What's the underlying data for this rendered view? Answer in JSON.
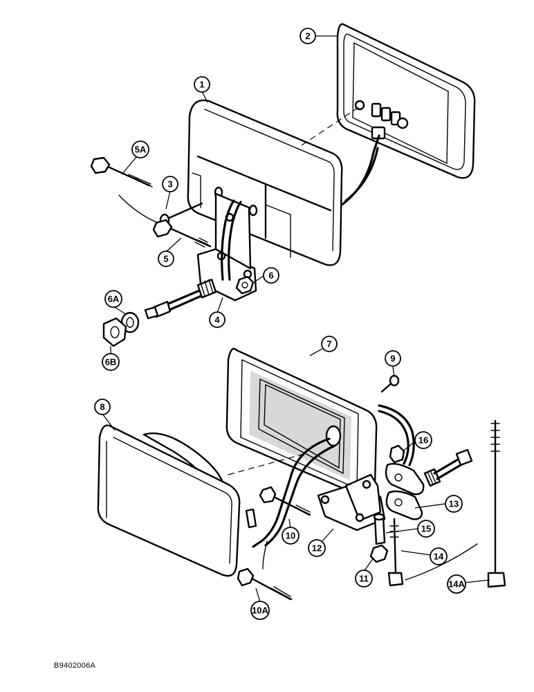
{
  "figure_code": "B9402006A",
  "callouts": [
    "1",
    "2",
    "3",
    "4",
    "5",
    "5A",
    "6",
    "6A",
    "6B",
    "7",
    "8",
    "9",
    "10",
    "10A",
    "11",
    "12",
    "13",
    "14",
    "14A",
    "15",
    "16"
  ]
}
